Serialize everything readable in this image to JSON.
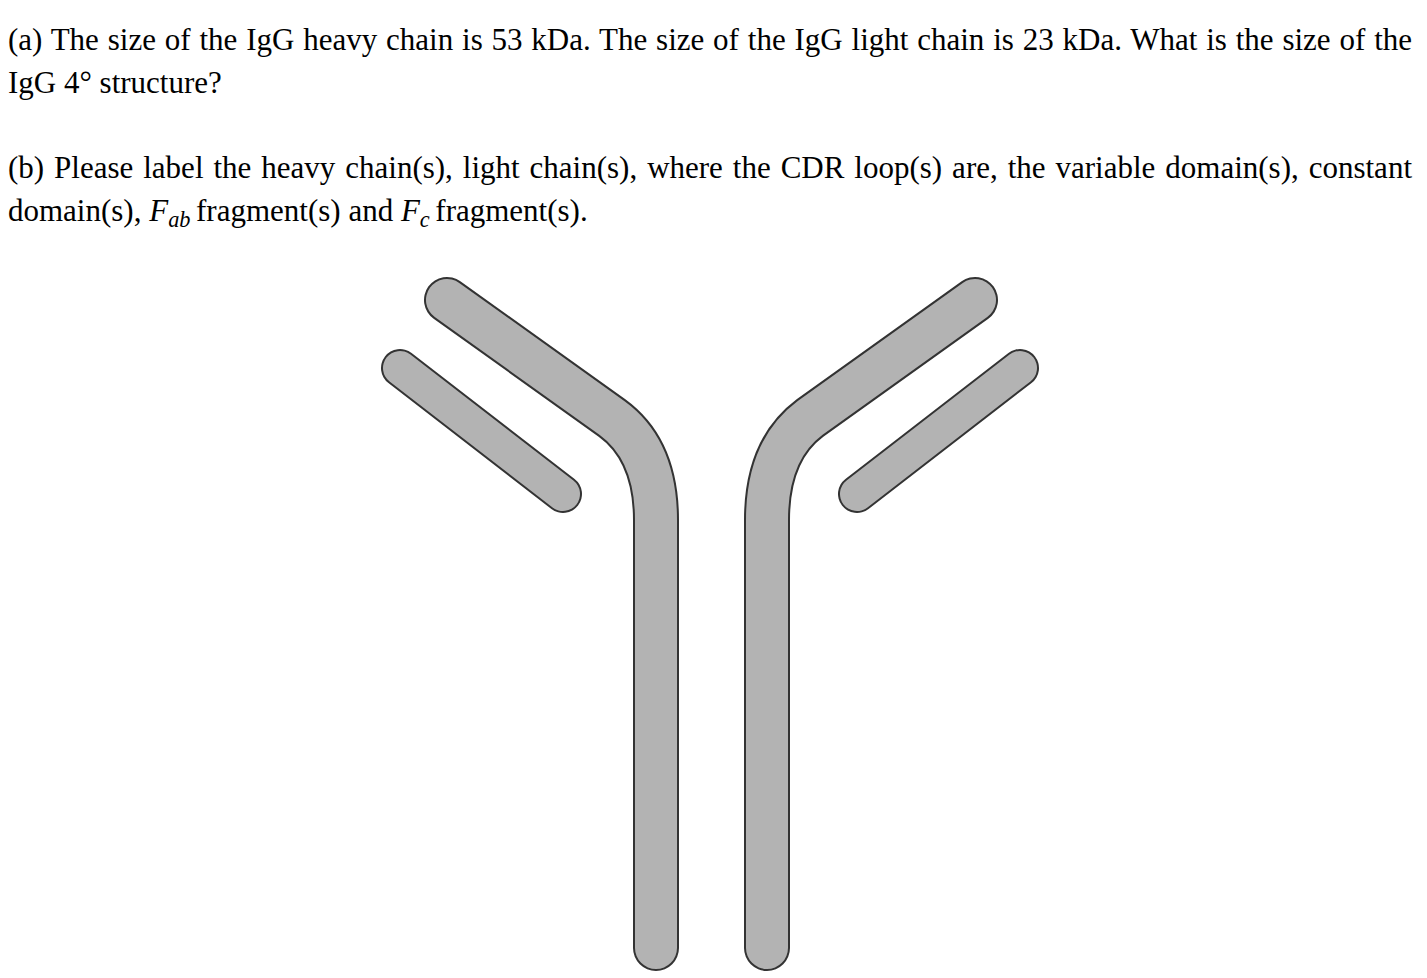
{
  "diagram": {
    "labels": [
      "(a) The size of the IgG heavy chain is 53 kDa. The size of the IgG light chain is 23 kDa. What is the size of the IgG 4° structure?",
      "(b) Please label the heavy chain(s), light chain(s), where the CDR loop(s) are, the variable domain(s), constant domain(s),",
      "F",
      "ab",
      "fragment(s) and",
      "F",
      "c",
      "fragment(s)."
    ]
  }
}
